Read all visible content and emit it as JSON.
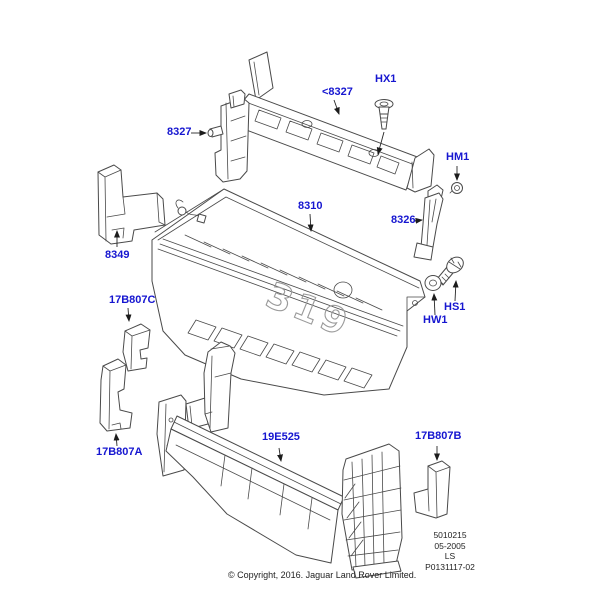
{
  "labels": {
    "p8327_side": "8327",
    "p8327_top": "<8327",
    "hx1": "HX1",
    "hm1": "HM1",
    "p8310": "8310",
    "p8326": "8326",
    "p8349": "8349",
    "p17b807c": "17B807C",
    "hs1": "HS1",
    "hw1": "HW1",
    "p17b807a": "17B807A",
    "p19e525": "19E525",
    "p17b807b": "17B807B"
  },
  "molded_marking": "319",
  "stamp": {
    "line1": "5010215",
    "line2": "05-2005",
    "line3": "LS",
    "line4": "P0131117-02"
  },
  "copyright": "© Copyright, 2016. Jaguar Land Rover Limited.",
  "colors": {
    "label_blue": "#1616d0",
    "art_gray": "#4a4a4a",
    "text_dark": "#232323"
  }
}
